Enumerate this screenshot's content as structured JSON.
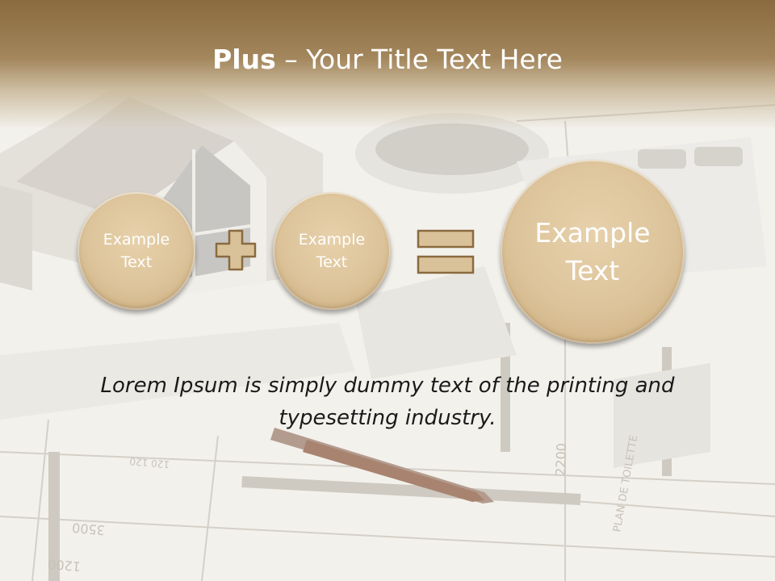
{
  "slide": {
    "title_bold": "Plus",
    "title_rest": " – Your Title Text Here",
    "circles": [
      {
        "text": "Example\nText"
      },
      {
        "text": "Example\nText"
      },
      {
        "text": "Example\nText"
      }
    ],
    "operators": [
      "plus-icon",
      "equals-icon"
    ],
    "body": "Lorem Ipsum is simply dummy text of the printing and typesetting industry."
  },
  "colors": {
    "header": "#8a6a3e",
    "circle": "#dcc39a",
    "operator": "#d9c29a",
    "operator_border": "#8a6a3e",
    "text_light": "#ffffff",
    "text_dark": "#1a1a1a"
  }
}
